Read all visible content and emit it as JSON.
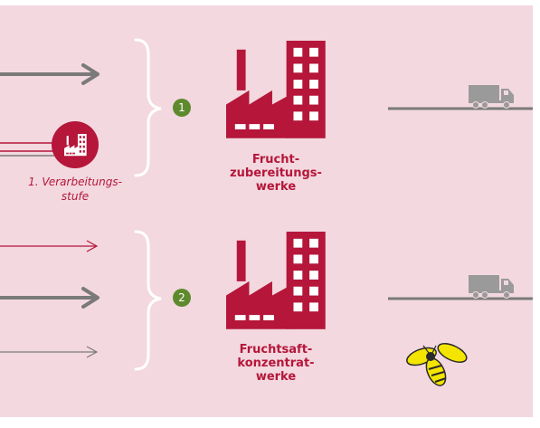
{
  "steps": {
    "one": "1",
    "two": "2"
  },
  "stage_label": "1. Verarbeitungs-\nstufe",
  "plant_labels": {
    "prep": "Frucht-\nzubereitungs-\nwerke",
    "concentrate": "Fruchtsaft-\nkonzentrat-\nwerke"
  },
  "icons": [
    "factory-icon",
    "small-factory-icon",
    "truck-icon",
    "bee-icon",
    "brace-icon",
    "arrow-icon"
  ],
  "colors": {
    "background": "#f3d8df",
    "brand_red": "#b5163a",
    "gray": "#808080",
    "step_green": "#5e8a2e",
    "bee_yellow": "#f4e500"
  }
}
